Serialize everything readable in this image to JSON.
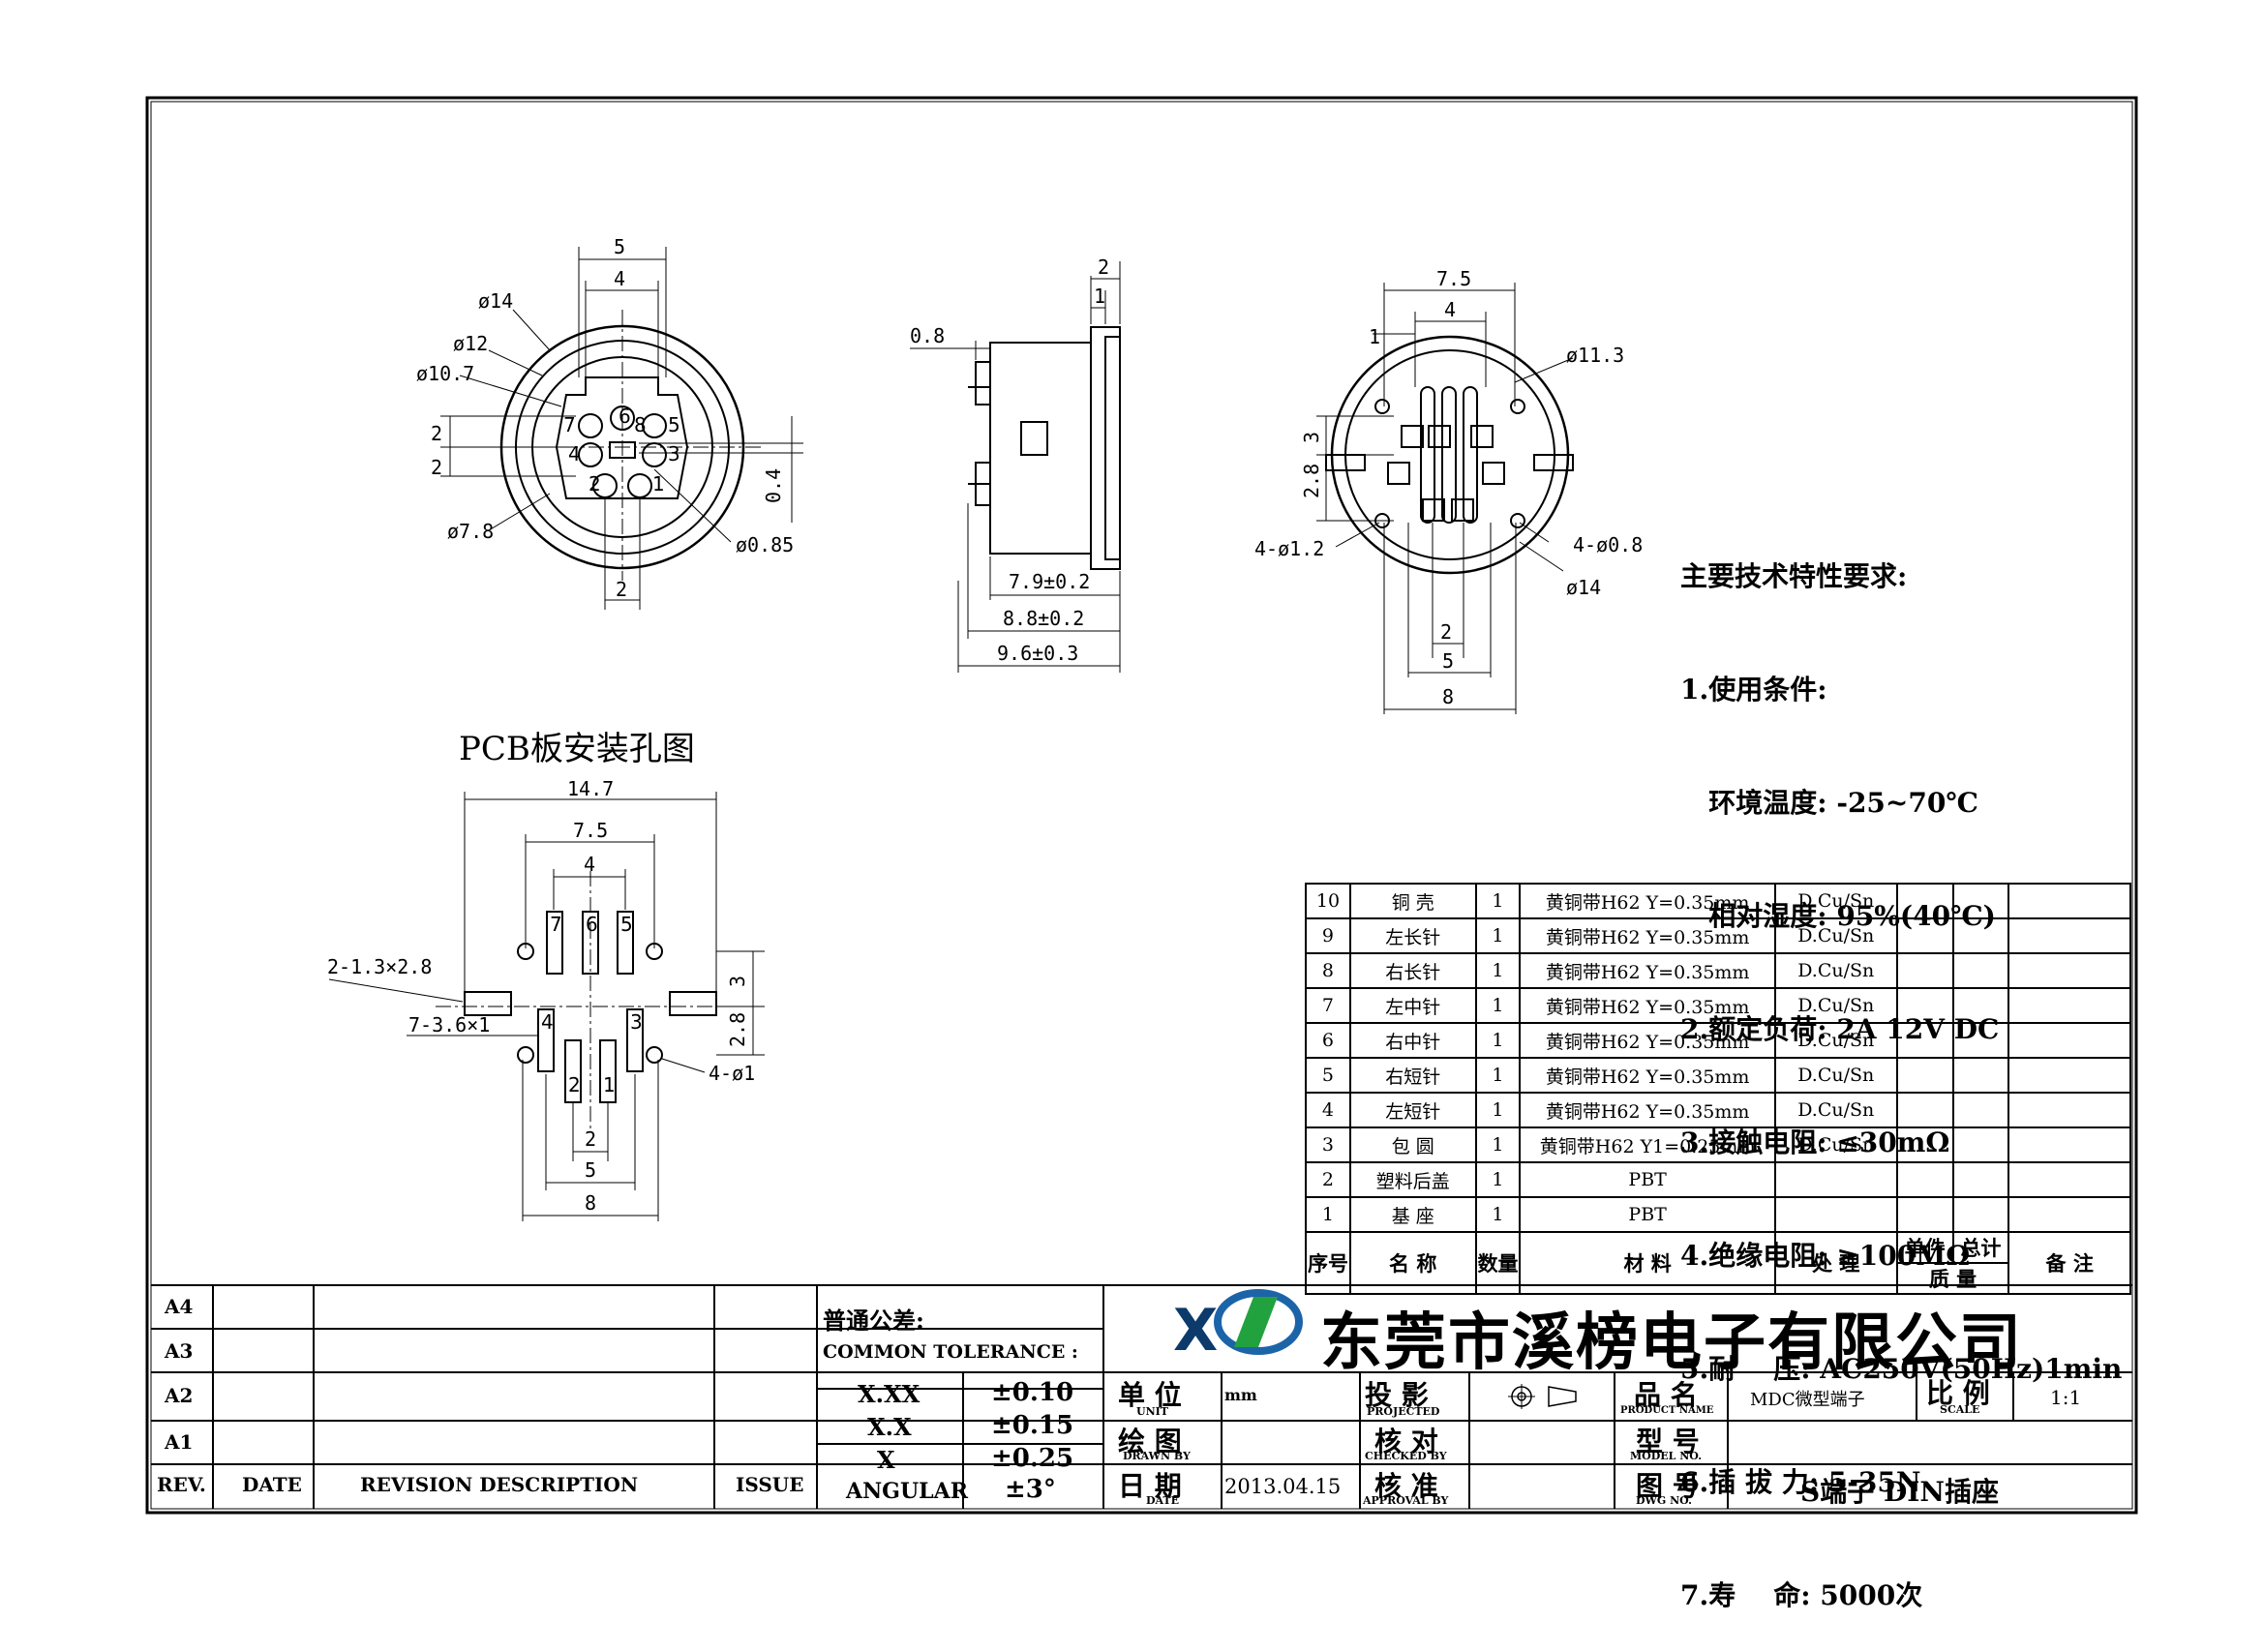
{
  "front_view": {
    "dims": [
      "5",
      "4",
      "ø14",
      "ø12",
      "ø10.7",
      "2",
      "2",
      "ø7.8",
      "0.4",
      "ø0.85",
      "2"
    ],
    "pins": [
      "7",
      "6",
      "8",
      "5",
      "4",
      "3",
      "2",
      "1"
    ]
  },
  "side_view": {
    "dims": [
      "2",
      "1",
      "0.8",
      "7.9±0.2",
      "8.8±0.2",
      "9.6±0.3"
    ]
  },
  "rear_view": {
    "dims": [
      "7.5",
      "4",
      "1",
      "ø11.3",
      "3",
      "2.8",
      "4-ø1.2",
      "4-ø0.8",
      "ø14",
      "2",
      "5",
      "8"
    ]
  },
  "pcb": {
    "title": "PCB板安装孔图",
    "dims": [
      "14.7",
      "7.5",
      "4",
      "2-1.3×2.8",
      "7-3.6×1",
      "3",
      "2.8",
      "4-ø1",
      "2",
      "5",
      "8"
    ],
    "pads": [
      "7",
      "6",
      "5",
      "4",
      "3",
      "2",
      "1"
    ]
  },
  "spec": {
    "title": "主要技术特性要求:",
    "lines": [
      "1.使用条件:",
      "   环境温度: -25~70℃",
      "   相对湿度: 95%(40℃)",
      "2.额定负荷: 2A 12V DC",
      "3.接触电阻: ≤30mΩ",
      "4.绝缘电阻: ≥100MΩ",
      "5.耐    压: AC250V(50Hz)1min",
      "6.插 拔 力: 5-35N",
      "7.寿    命: 5000次"
    ]
  },
  "bom": {
    "rows": [
      [
        "10",
        "铜 壳",
        "1",
        "黄铜带H62 Y=0.35mm",
        "D.Cu/Sn",
        "",
        "",
        ""
      ],
      [
        "9",
        "左长针",
        "1",
        "黄铜带H62 Y=0.35mm",
        "D.Cu/Sn",
        "",
        "",
        ""
      ],
      [
        "8",
        "右长针",
        "1",
        "黄铜带H62 Y=0.35mm",
        "D.Cu/Sn",
        "",
        "",
        ""
      ],
      [
        "7",
        "左中针",
        "1",
        "黄铜带H62 Y=0.35mm",
        "D.Cu/Sn",
        "",
        "",
        ""
      ],
      [
        "6",
        "右中针",
        "1",
        "黄铜带H62 Y=0.35mm",
        "D.Cu/Sn",
        "",
        "",
        ""
      ],
      [
        "5",
        "右短针",
        "1",
        "黄铜带H62 Y=0.35mm",
        "D.Cu/Sn",
        "",
        "",
        ""
      ],
      [
        "4",
        "左短针",
        "1",
        "黄铜带H62 Y=0.35mm",
        "D.Cu/Sn",
        "",
        "",
        ""
      ],
      [
        "3",
        "包 圆",
        "1",
        "黄铜带H62 Y1=0.25mm",
        "D.Cu/Sn",
        "",
        "",
        ""
      ],
      [
        "2",
        "塑料后盖",
        "1",
        "PBT",
        "",
        "",
        "",
        ""
      ],
      [
        "1",
        "基 座",
        "1",
        "PBT",
        "",
        "",
        "",
        ""
      ]
    ],
    "header": {
      "seq": "序号",
      "name": "名 称",
      "qty": "数量",
      "material": "材 料",
      "treatment": "处 理",
      "unit_weight": "单件",
      "total_weight": "总计",
      "weight": "质 量",
      "remark": "备 注"
    }
  },
  "revision": {
    "rows": [
      "A4",
      "A3",
      "A2",
      "A1"
    ],
    "rev": "REV.",
    "date": "DATE",
    "description": "REVISION DESCRIPTION",
    "issue": "ISSUE"
  },
  "tolerance": {
    "title_cn": "普通公差:",
    "title_en": "COMMON TOLERANCE :",
    "rows": [
      [
        "X.XX",
        "±0.10"
      ],
      [
        "X.X",
        "±0.15"
      ],
      [
        "X",
        "±0.25"
      ],
      [
        "ANGULAR",
        "±3°"
      ]
    ]
  },
  "company": "东莞市溪榜电子有限公司",
  "title_block": {
    "unit_cn": "单 位",
    "unit_en": "UNIT",
    "unit_val": "mm",
    "projected_cn": "投 影",
    "projected_en": "PROJECTED",
    "product_cn": "品 名",
    "product_en": "PRODUCT NAME",
    "product_val": "MDC微型端子",
    "scale_cn": "比 例",
    "scale_en": "SCALE",
    "scale_val": "1:1",
    "drawn_cn": "绘 图",
    "drawn_en": "DRAWN BY",
    "checked_cn": "核 对",
    "checked_en": "CHECKED BY",
    "model_cn": "型 号",
    "model_en": "MODEL NO.",
    "date_cn": "日 期",
    "date_en": "DATE",
    "date_val": "2013.04.15",
    "approval_cn": "核 准",
    "approval_en": "APPROVAL BY",
    "dwg_cn": "图 号",
    "dwg_en": "DWG NO.",
    "dwg_val": "S端子 DIN插座"
  }
}
